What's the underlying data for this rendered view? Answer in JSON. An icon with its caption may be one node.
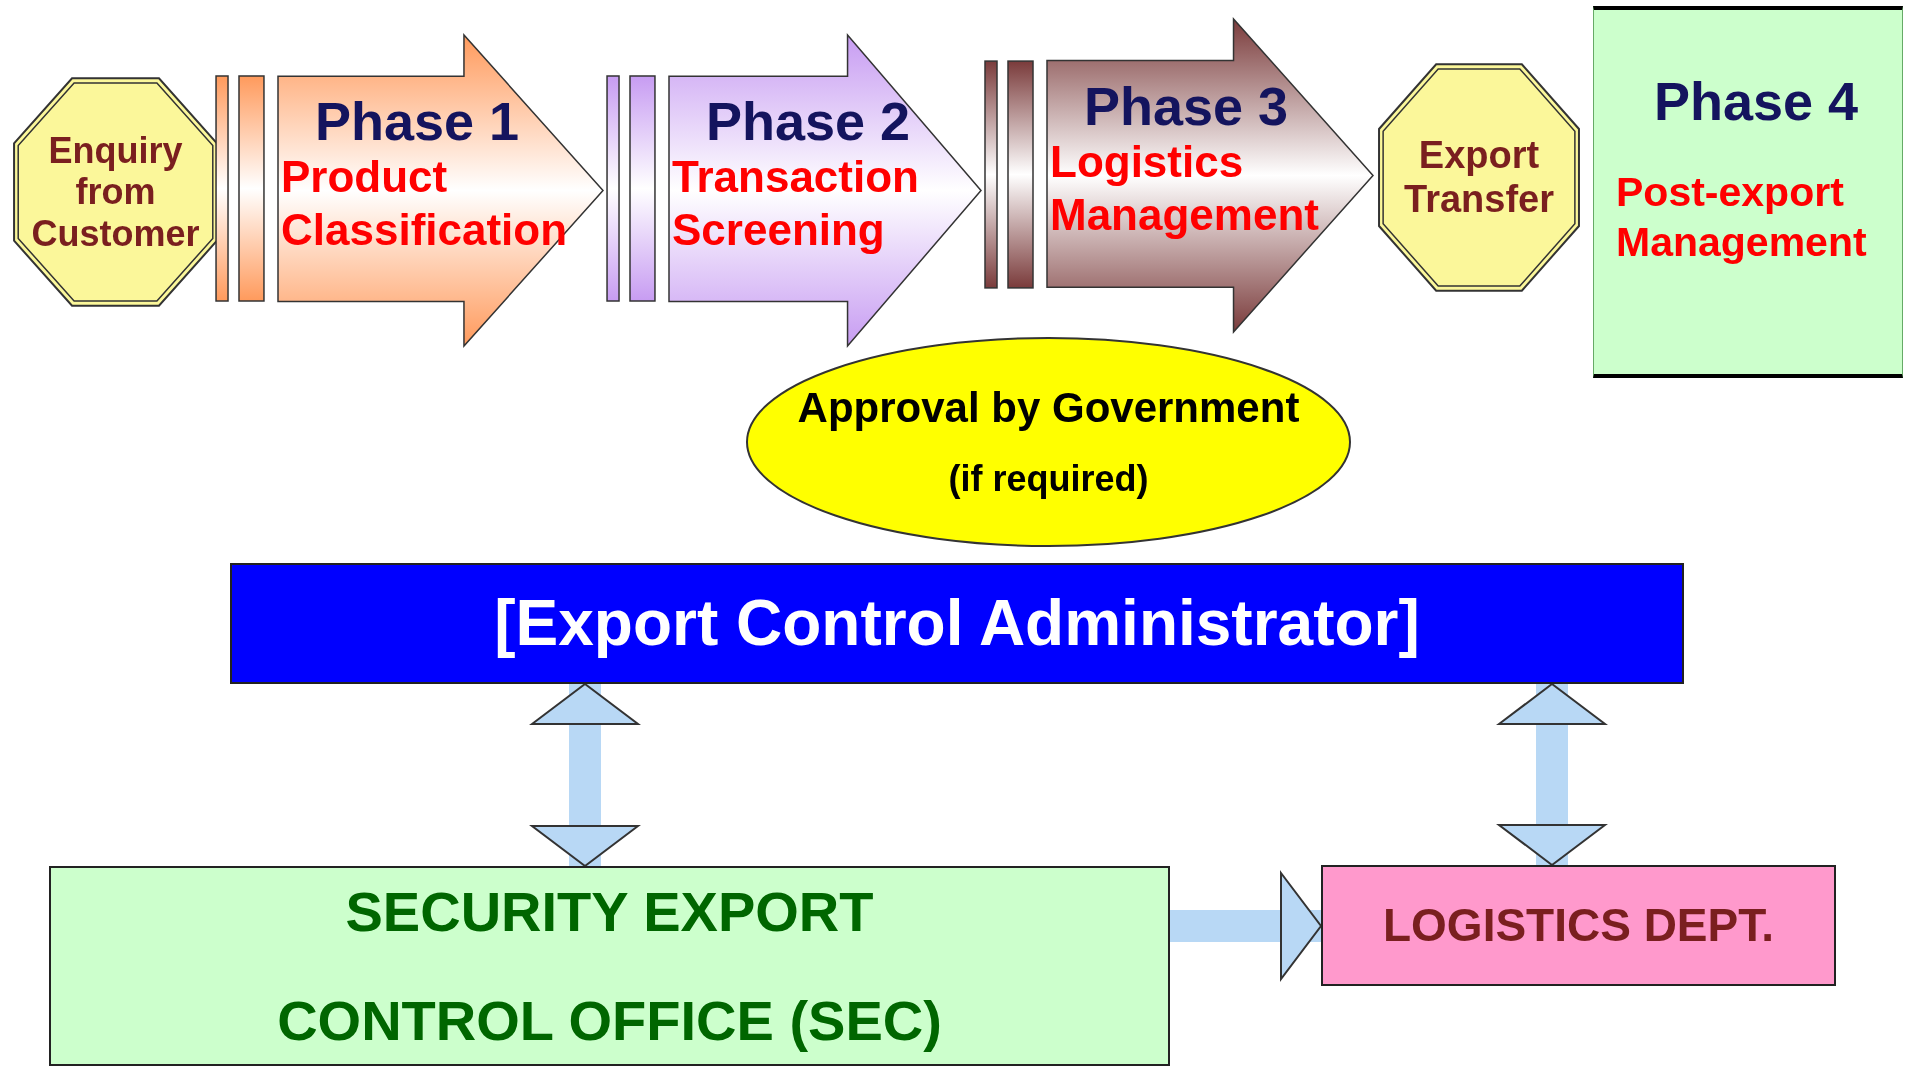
{
  "diagram": {
    "nodes": [
      {
        "text": [
          "Enquiry from Customer"
        ]
      },
      {
        "text": [
          "Phase 1",
          "Product Classification"
        ]
      },
      {
        "text": [
          "Phase 2",
          "Transaction Screening"
        ]
      },
      {
        "text": [
          "Phase 3",
          "Logistics Management"
        ]
      },
      {
        "text": [
          "Export Transfer"
        ]
      },
      {
        "text": [
          "Phase 4",
          "Post-export Management"
        ]
      },
      {
        "text": [
          "Approval by Government",
          "(if required)"
        ]
      },
      {
        "text": [
          "[Export Control Administrator]"
        ]
      },
      {
        "text": [
          "SECURITY EXPORT CONTROL OFFICE (SEC)"
        ]
      },
      {
        "text": [
          "LOGISTICS DEPT."
        ]
      }
    ],
    "edges": [
      {
        "from": 7,
        "to": 8,
        "arrow": "both"
      },
      {
        "from": 7,
        "to": 9,
        "arrow": "both"
      },
      {
        "from": 8,
        "to": 9,
        "arrow": "to"
      }
    ]
  }
}
